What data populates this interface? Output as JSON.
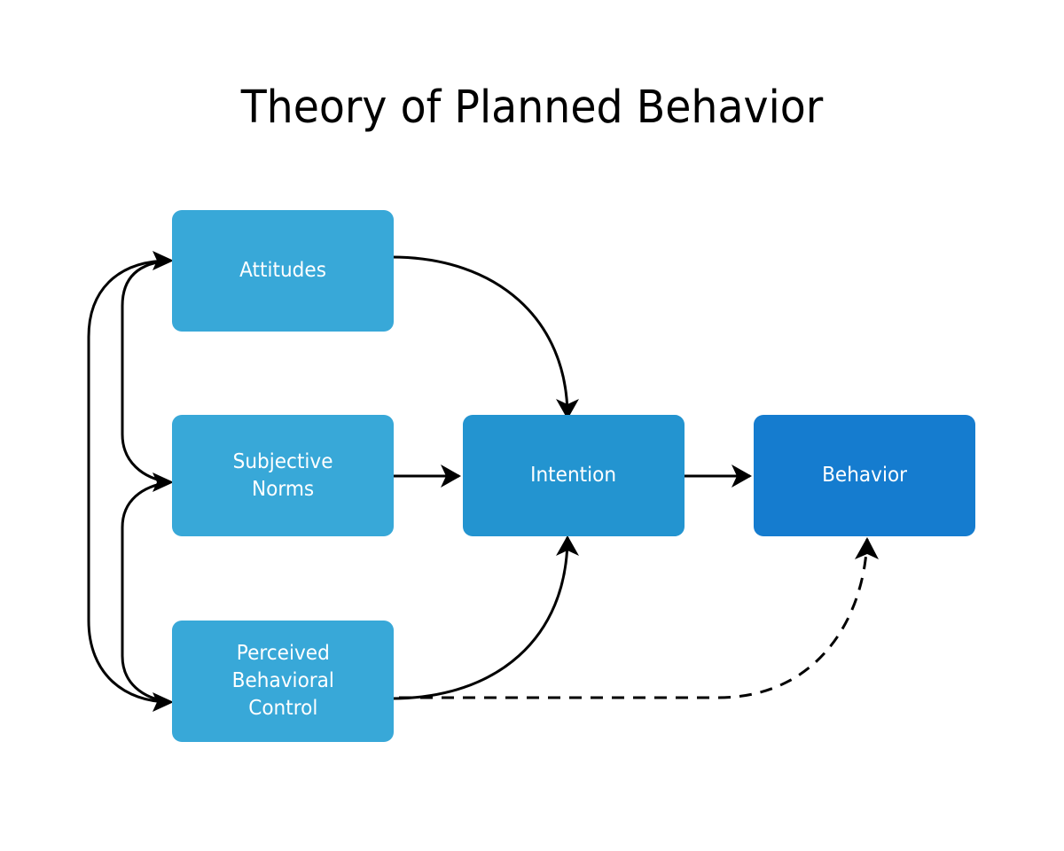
{
  "title": "Theory of Planned Behavior",
  "colors": {
    "determinant": "#38A8D8",
    "intention": "#2394D0",
    "behavior": "#157CCF",
    "line": "#000000",
    "background": "#FFFFFF"
  },
  "nodes": {
    "attitudes": {
      "label": "Attitudes"
    },
    "subjective_norms": {
      "label": "Subjective\nNorms"
    },
    "perceived_behavioral_control": {
      "label": "Perceived\nBehavioral\nControl"
    },
    "intention": {
      "label": "Intention"
    },
    "behavior": {
      "label": "Behavior"
    }
  },
  "edges": [
    {
      "from": "attitudes",
      "to": "intention",
      "style": "solid",
      "shape": "curved"
    },
    {
      "from": "subjective_norms",
      "to": "intention",
      "style": "solid",
      "shape": "straight"
    },
    {
      "from": "perceived_behavioral_control",
      "to": "intention",
      "style": "solid",
      "shape": "curved"
    },
    {
      "from": "intention",
      "to": "behavior",
      "style": "solid",
      "shape": "straight"
    },
    {
      "from": "perceived_behavioral_control",
      "to": "behavior",
      "style": "dashed",
      "shape": "curved"
    },
    {
      "from": "attitudes",
      "to": "subjective_norms",
      "style": "solid",
      "shape": "bidirectional-curved"
    },
    {
      "from": "subjective_norms",
      "to": "perceived_behavioral_control",
      "style": "solid",
      "shape": "bidirectional-curved"
    },
    {
      "from": "attitudes",
      "to": "perceived_behavioral_control",
      "style": "solid",
      "shape": "bidirectional-curved"
    }
  ]
}
